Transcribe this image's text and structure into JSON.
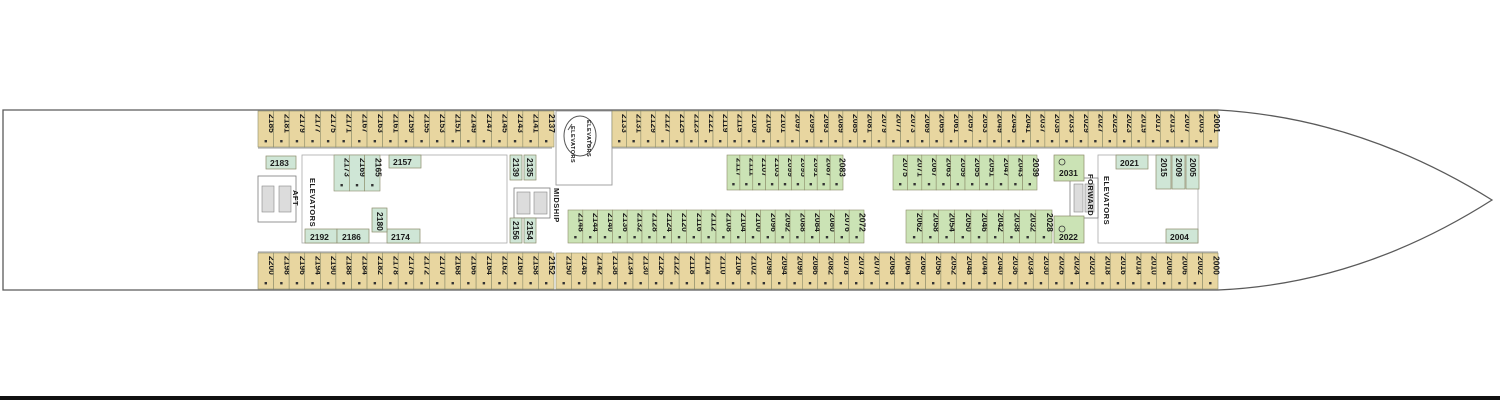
{
  "deck_plan": {
    "colors": {
      "hull_fill": "#ffffff",
      "hull_stroke": "#5a5a5a",
      "outside_cabin": "#e8d6a0",
      "inside_cabin": "#cbe3b5",
      "accessible_cabin": "#cfe6d6",
      "cabin_stroke": "#8c8c6a",
      "wall": "#8a8a8a"
    },
    "labels": {
      "aft_elevators": "ELEVATORS",
      "aft": "AFT",
      "midship": "MIDSHIP",
      "midship_elevators_a": "ELEVATORS",
      "midship_elevators_b": "ELEVATORS",
      "forward_elevators": "ELEVATORS",
      "forward": "FORWARD"
    },
    "top_row": [
      "2185",
      "2181",
      "2179",
      "2177",
      "2175",
      "2171",
      "2167",
      "2163",
      "2161",
      "2159",
      "2155",
      "2153",
      "2151",
      "2149",
      "2147",
      "2145",
      "2143",
      "2141",
      "2137",
      "2133",
      "2131",
      "2129",
      "2127",
      "2125",
      "2123",
      "2121",
      "2119",
      "2115",
      "2109",
      "2105",
      "2101",
      "2097",
      "2095",
      "2093",
      "2089",
      "2085",
      "2081",
      "2079",
      "2077",
      "2073",
      "2069",
      "2065",
      "2061",
      "2057",
      "2053",
      "2049",
      "2045",
      "2041",
      "2037",
      "2035",
      "2033",
      "2029",
      "2027",
      "2025",
      "2023",
      "2019",
      "2017",
      "2013",
      "2007",
      "2003",
      "2001"
    ],
    "bottom_row": [
      "2200",
      "2198",
      "2196",
      "2194",
      "2190",
      "2188",
      "2184",
      "2182",
      "2178",
      "2176",
      "2172",
      "2170",
      "2168",
      "2166",
      "2164",
      "2162",
      "2160",
      "2158",
      "2152",
      "2150",
      "2146",
      "2142",
      "2138",
      "2134",
      "2130",
      "2126",
      "2122",
      "2118",
      "2114",
      "2110",
      "2106",
      "2102",
      "2098",
      "2094",
      "2090",
      "2086",
      "2082",
      "2078",
      "2074",
      "2070",
      "2068",
      "2064",
      "2060",
      "2056",
      "2052",
      "2048",
      "2044",
      "2040",
      "2036",
      "2034",
      "2030",
      "2026",
      "2024",
      "2020",
      "2018",
      "2016",
      "2014",
      "2010",
      "2008",
      "2006",
      "2002",
      "2000"
    ],
    "inner_fwd_top": [
      "2117",
      "2111",
      "2107",
      "2103",
      "2099",
      "2095",
      "2091",
      "2087",
      "2083"
    ],
    "inner_mid_top": [
      "2075",
      "2071",
      "2067",
      "2063",
      "2059",
      "2055",
      "2051",
      "2047",
      "2043",
      "2039"
    ],
    "inner_fwd_bottom": [
      "2148",
      "2144",
      "2140",
      "2136",
      "2132",
      "2128",
      "2124",
      "2120",
      "2116",
      "2112",
      "2108",
      "2104",
      "2100",
      "2096",
      "2092",
      "2088",
      "2084",
      "2080",
      "2076",
      "2072"
    ],
    "inner_mid_bottom": [
      "2062",
      "2058",
      "2054",
      "2050",
      "2046",
      "2042",
      "2038",
      "2032",
      "2028"
    ],
    "aft_inner_top": [
      "2173",
      "2169",
      "2165"
    ],
    "aft_inner_157": "2157",
    "aft_inner_183": "2183",
    "aft_bottom_inner": [
      "2192",
      "2186"
    ],
    "aft_inner_180": "2180",
    "aft_inner_174": "2174",
    "mid_small_a": "2139",
    "mid_small_b": "2135",
    "mid_small_c": "2156",
    "mid_small_d": "2154",
    "fwd_2031": "2031",
    "fwd_2022": "2022",
    "fwd_2021": "2021",
    "fwd_2015": "2015",
    "fwd_2009": "2009",
    "fwd_2005": "2005",
    "fwd_2004": "2004"
  }
}
